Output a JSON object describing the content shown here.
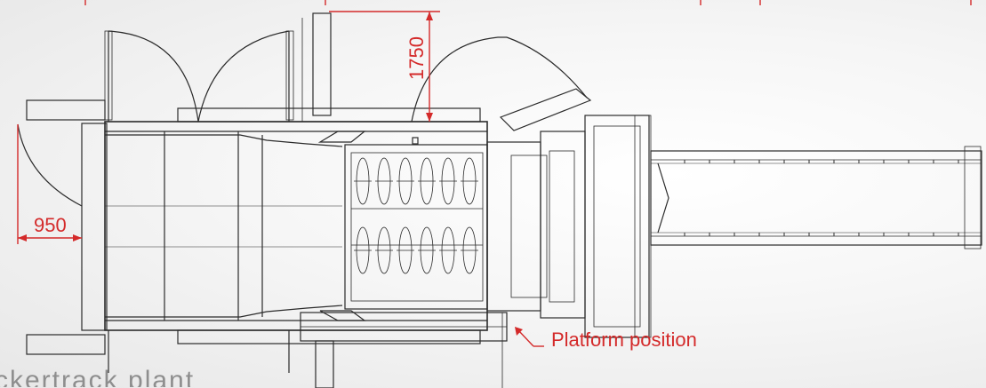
{
  "dimensions": {
    "width_dim": {
      "label": "950",
      "value_mm": 950
    },
    "height_dim": {
      "label": "1750",
      "value_mm": 1750
    }
  },
  "annotations": {
    "platform_label": "Platform position"
  },
  "footer_partial_text": "ckertrack plant",
  "colors": {
    "dimension": "#d42a2a",
    "linework": "#2b2b2b",
    "background": "#f4f4f4"
  }
}
